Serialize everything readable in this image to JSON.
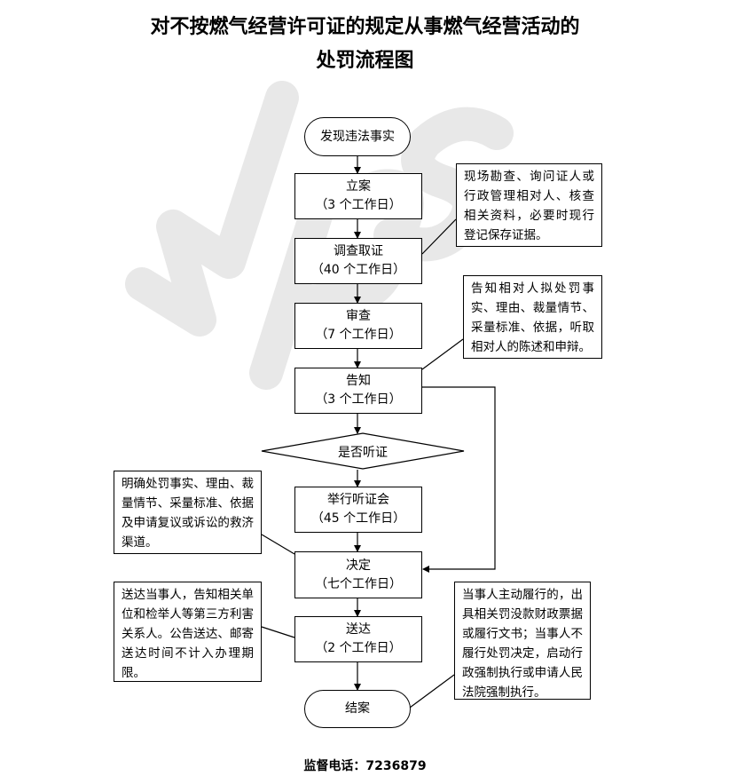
{
  "title": {
    "line1": "对不按燃气经营许可证的规定从事燃气经营活动的",
    "line2": "处罚流程图"
  },
  "steps": {
    "start": "发现违法事实",
    "filing": {
      "name": "立案",
      "time": "（3 个工作日）"
    },
    "investigation": {
      "name": "调查取证",
      "time": "（40 个工作日）"
    },
    "review": {
      "name": "审查",
      "time": "（7 个工作日）"
    },
    "notification": {
      "name": "告知",
      "time": "（3 个工作日）"
    },
    "decision_question": "是否听证",
    "hearing": {
      "name": "举行听证会",
      "time": "（45 个工作日）"
    },
    "decision": {
      "name": "决定",
      "time": "（七个工作日）"
    },
    "delivery": {
      "name": "送达",
      "time": "（2 个工作日）"
    },
    "end": "结案"
  },
  "notes": {
    "investigation_note": "现场勘查、询问证人或行政管理相对人、核查相关资料，必要时现行登记保存证据。",
    "notification_note": "告知相对人拟处罚事实、理由、裁量情节、采量标准、依据，听取相对人的陈述和申辩。",
    "decision_note": "明确处罚事实、理由、裁量情节、采量标准、依据及申请复议或诉讼的救济渠道。",
    "delivery_note": "送达当事人，告知相关单位和检举人等第三方利害关系人。公告送达、邮寄送达时间不计入办理期限。",
    "end_note": "当事人主动履行的，出具相关罚没款财政票据或履行文书；当事人不履行处罚决定，启动行政强制执行或申请人民法院强制执行。"
  },
  "footer": "监督电话：7236879",
  "colors": {
    "line": "#000000",
    "watermark": "#e6e6e6"
  }
}
